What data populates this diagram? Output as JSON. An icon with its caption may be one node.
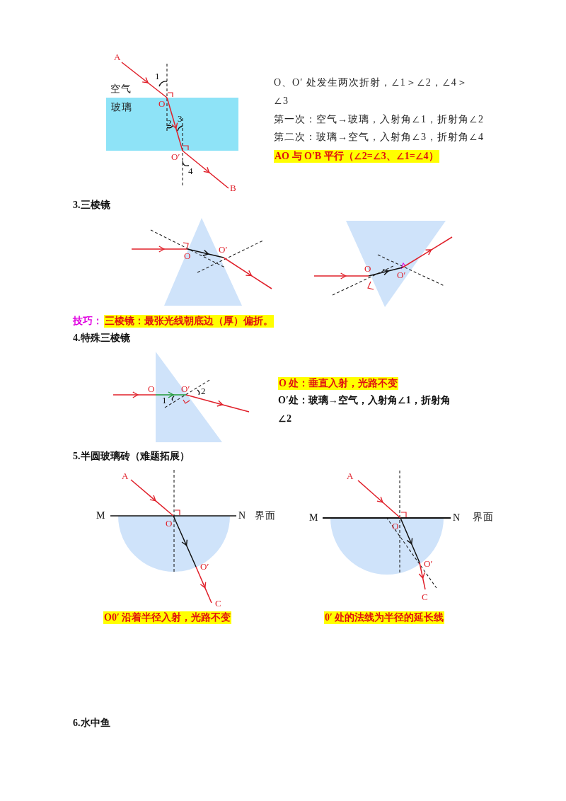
{
  "diagram": {
    "labels": [
      "A",
      "1",
      "空气",
      "O、O′ 处发生两次折射，∠1＞∠2，∠4＞∠3",
      "玻璃",
      "O",
      "2",
      "3",
      "第一次：空气→玻璃，入射角∠1，折射角∠2",
      "第二次：玻璃→空气，入射角∠3，折射角∠4",
      "O′",
      "AO 与 O′B 平行（∠2=∠3、∠1=∠4）",
      "4",
      "B",
      "3.三棱镜",
      "O′",
      "O",
      "O",
      "O′",
      "技巧：",
      "三棱镜：最张光线朝底边（厚）偏折。",
      "4.特殊三棱镜",
      "O",
      "O′",
      "O 处：垂直入射，光路不变",
      "2",
      "1",
      "O′处：玻璃→空气，入射角∠1，折射角∠2",
      "5.半圆玻璃砖（难题拓展）",
      "A",
      "M",
      "N",
      "界面",
      "O",
      "O′",
      "C",
      "A",
      "M",
      "N",
      "界面",
      "O",
      "O′",
      "C",
      "O0′ 沿着半径入射，光路不变",
      "0′ 处的法线为半径的延长线",
      "6.水中鱼"
    ]
  }
}
